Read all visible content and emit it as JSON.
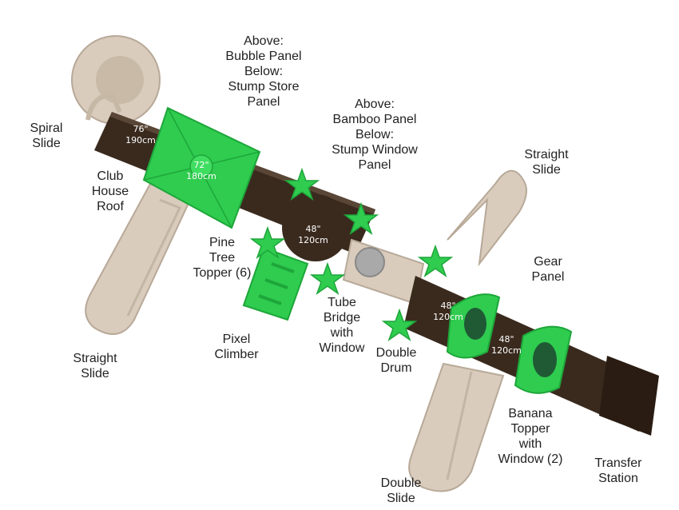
{
  "labels": {
    "spiral_slide": "Spiral\nSlide",
    "club_house_roof": "Club\nHouse\nRoof",
    "bubble_stump_store": "Above:\nBubble Panel\nBelow:\nStump Store\nPanel",
    "bamboo_stump_window": "Above:\nBamboo Panel\nBelow:\nStump Window\nPanel",
    "straight_slide_right": "Straight\nSlide",
    "pine_tree_topper": "Pine\nTree\nTopper (6)",
    "gear_panel": "Gear\nPanel",
    "tube_bridge": "Tube\nBridge\nwith\nWindow",
    "pixel_climber": "Pixel\nClimber",
    "straight_slide_left": "Straight\nSlide",
    "double_drum": "Double\nDrum",
    "banana_topper": "Banana\nTopper\nwith\nWindow (2)",
    "transfer_station": "Transfer\nStation",
    "double_slide": "Double\nSlide"
  },
  "dimensions": {
    "deck_76": "76\"",
    "deck_76_cm": "190cm",
    "roof_72": "72\"",
    "roof_72_cm": "180cm",
    "deck_48_a": "48\"",
    "deck_48_a_cm": "120cm",
    "deck_48_b": "48\"",
    "deck_48_b_cm": "120cm",
    "deck_48_c": "48\"",
    "deck_48_c_cm": "120cm"
  },
  "colors": {
    "deck": "#3a2a1e",
    "tan": "#d9ccbd",
    "green": "#2fcc4f",
    "dark_green": "#1ea63a"
  }
}
